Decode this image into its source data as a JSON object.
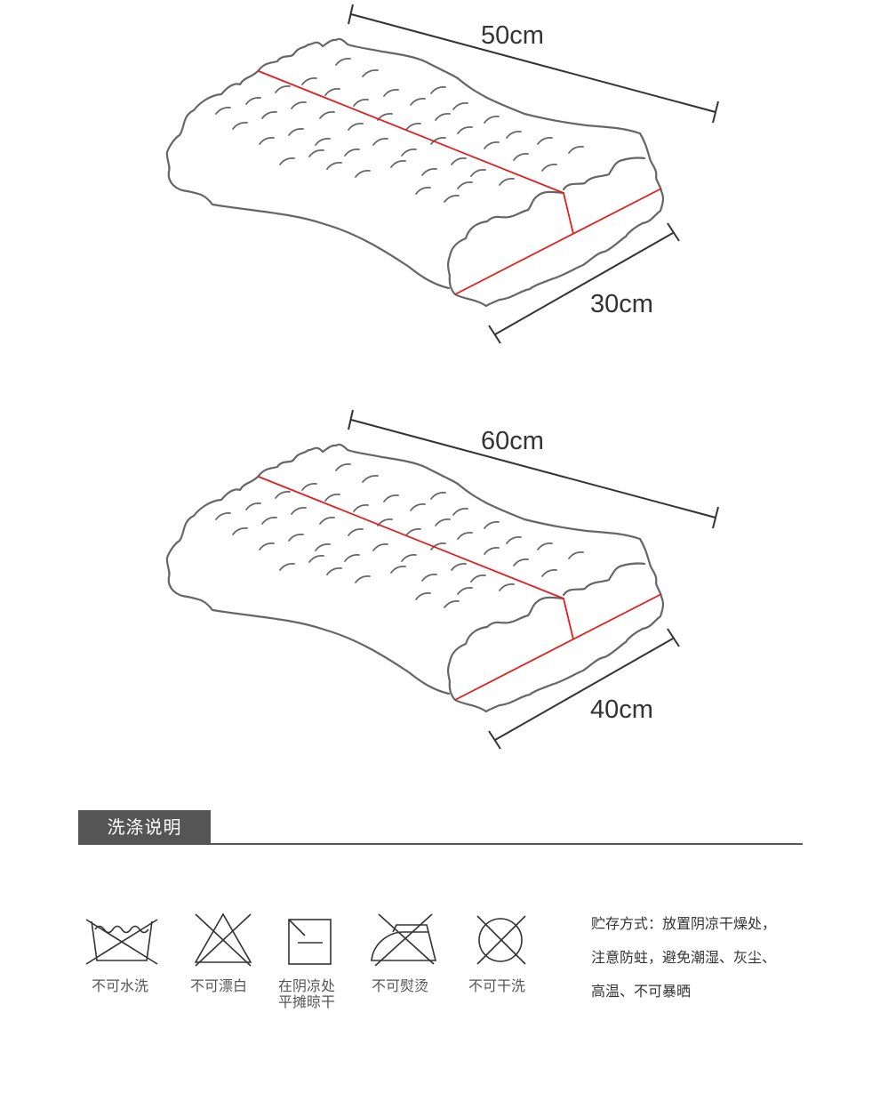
{
  "diagrams": [
    {
      "length_label": "50cm",
      "width_label": "30cm"
    },
    {
      "length_label": "60cm",
      "width_label": "40cm"
    }
  ],
  "care_section": {
    "title": "洗涤说明",
    "icons": [
      {
        "icon": "no-wash-icon",
        "caption_lines": [
          "不可水洗"
        ]
      },
      {
        "icon": "no-bleach-icon",
        "caption_lines": [
          "不可漂白"
        ]
      },
      {
        "icon": "shade-dry-flat-icon",
        "caption_lines": [
          "在阴凉处",
          "平摊晾干"
        ]
      },
      {
        "icon": "no-iron-icon",
        "caption_lines": [
          "不可熨烫"
        ]
      },
      {
        "icon": "no-dry-clean-icon",
        "caption_lines": [
          "不可干洗"
        ]
      }
    ],
    "storage_lines": [
      "贮存方式：放置阴凉干燥处，",
      "注意防蛀，避免潮湿、灰尘、",
      "高温、不可暴晒"
    ]
  },
  "colors": {
    "outline": "#666666",
    "measure": "#e02020",
    "dimension": "#333333",
    "tab": "#555555"
  }
}
